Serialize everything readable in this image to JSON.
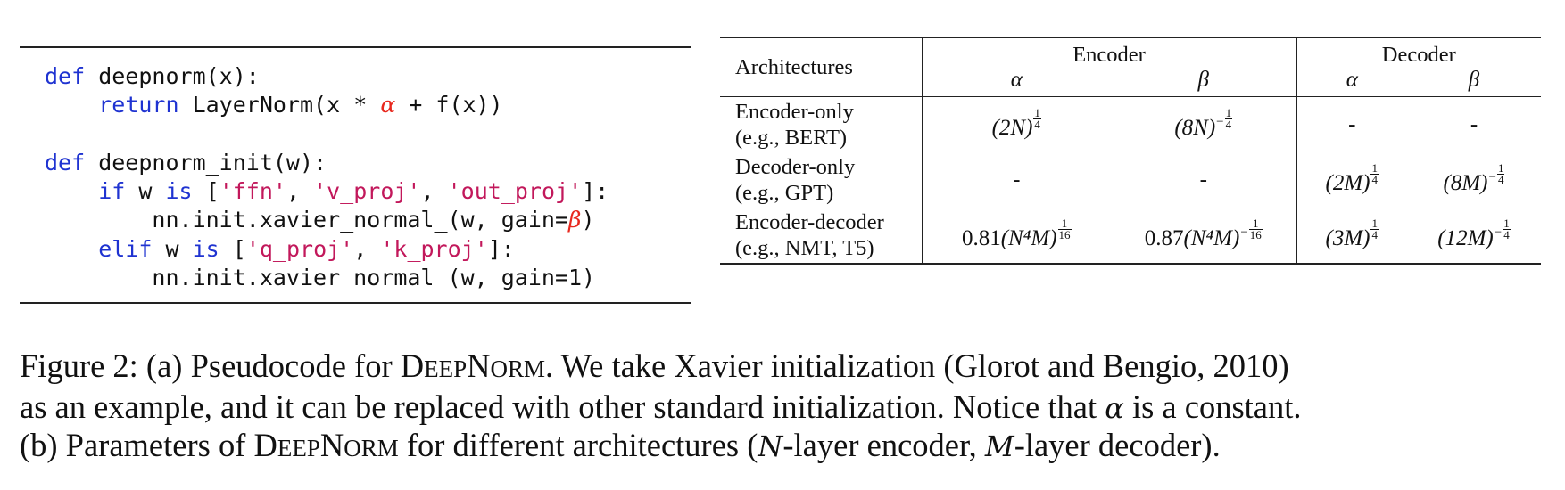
{
  "code": {
    "lines": [
      [
        {
          "t": "kw",
          "v": "def"
        },
        {
          "t": "plain",
          "v": " deepnorm(x):"
        }
      ],
      [
        {
          "t": "plain",
          "v": "    "
        },
        {
          "t": "kw",
          "v": "return"
        },
        {
          "t": "plain",
          "v": " LayerNorm(x * "
        },
        {
          "t": "greek",
          "v": "α"
        },
        {
          "t": "plain",
          "v": " + f(x))"
        }
      ],
      [],
      [
        {
          "t": "kw",
          "v": "def"
        },
        {
          "t": "plain",
          "v": " deepnorm_init(w):"
        }
      ],
      [
        {
          "t": "plain",
          "v": "    "
        },
        {
          "t": "kw",
          "v": "if"
        },
        {
          "t": "plain",
          "v": " w "
        },
        {
          "t": "kw",
          "v": "is"
        },
        {
          "t": "plain",
          "v": " ["
        },
        {
          "t": "str",
          "v": "'ffn'"
        },
        {
          "t": "plain",
          "v": ", "
        },
        {
          "t": "str",
          "v": "'v_proj'"
        },
        {
          "t": "plain",
          "v": ", "
        },
        {
          "t": "str",
          "v": "'out_proj'"
        },
        {
          "t": "plain",
          "v": "]:"
        }
      ],
      [
        {
          "t": "plain",
          "v": "        nn.init.xavier_normal_(w, gain="
        },
        {
          "t": "greek",
          "v": "β"
        },
        {
          "t": "plain",
          "v": ")"
        }
      ],
      [
        {
          "t": "plain",
          "v": "    "
        },
        {
          "t": "kw",
          "v": "elif"
        },
        {
          "t": "plain",
          "v": " w "
        },
        {
          "t": "kw",
          "v": "is"
        },
        {
          "t": "plain",
          "v": " ["
        },
        {
          "t": "str",
          "v": "'q_proj'"
        },
        {
          "t": "plain",
          "v": ", "
        },
        {
          "t": "str",
          "v": "'k_proj'"
        },
        {
          "t": "plain",
          "v": "]:"
        }
      ],
      [
        {
          "t": "plain",
          "v": "        nn.init.xavier_normal_(w, gain=1)"
        }
      ]
    ],
    "colors": {
      "keyword": "#1f33d1",
      "string": "#c2185b",
      "greek": "#e8281e"
    }
  },
  "table": {
    "header": {
      "architectures": "Architectures",
      "encoder": "Encoder",
      "decoder": "Decoder",
      "alpha": "α",
      "beta": "β"
    },
    "rows": [
      {
        "arch": "Encoder-only",
        "example": "(e.g., BERT)",
        "enc_alpha": {
          "coef": "",
          "base": "(2N)",
          "exp_sign": "",
          "exp_num": "1",
          "exp_den": "4"
        },
        "enc_beta": {
          "coef": "",
          "base": "(8N)",
          "exp_sign": "−",
          "exp_num": "1",
          "exp_den": "4"
        },
        "dec_alpha": "-",
        "dec_beta": "-"
      },
      {
        "arch": "Decoder-only",
        "example": "(e.g., GPT)",
        "enc_alpha": "-",
        "enc_beta": "-",
        "dec_alpha": {
          "coef": "",
          "base": "(2M)",
          "exp_sign": "",
          "exp_num": "1",
          "exp_den": "4"
        },
        "dec_beta": {
          "coef": "",
          "base": "(8M)",
          "exp_sign": "−",
          "exp_num": "1",
          "exp_den": "4"
        }
      },
      {
        "arch": "Encoder-decoder",
        "example": "(e.g., NMT, T5)",
        "enc_alpha": {
          "coef": "0.81",
          "base": "(N⁴M)",
          "exp_sign": "",
          "exp_num": "1",
          "exp_den": "16"
        },
        "enc_beta": {
          "coef": "0.87",
          "base": "(N⁴M)",
          "exp_sign": "−",
          "exp_num": "1",
          "exp_den": "16"
        },
        "dec_alpha": {
          "coef": "",
          "base": "(3M)",
          "exp_sign": "",
          "exp_num": "1",
          "exp_den": "4"
        },
        "dec_beta": {
          "coef": "",
          "base": "(12M)",
          "exp_sign": "−",
          "exp_num": "1",
          "exp_den": "4"
        }
      }
    ]
  },
  "caption": {
    "line1_a": "Figure 2: (a) Pseudocode for ",
    "deepnorm_d": "D",
    "deepnorm_eep": "EEP",
    "deepnorm_n": "N",
    "deepnorm_orm": "ORM",
    "line1_b": ". We take Xavier initialization (Glorot and Bengio, 2010)",
    "line2_a": "as an example, and it can be replaced with other standard initialization. Notice that ",
    "line2_alpha": "α",
    "line2_b": " is a constant.",
    "line3_a": "(b) Parameters of ",
    "line3_b": " for different architectures (",
    "line3_N": "N",
    "line3_c": "-layer encoder, ",
    "line3_M": "M",
    "line3_d": "-layer decoder)."
  }
}
